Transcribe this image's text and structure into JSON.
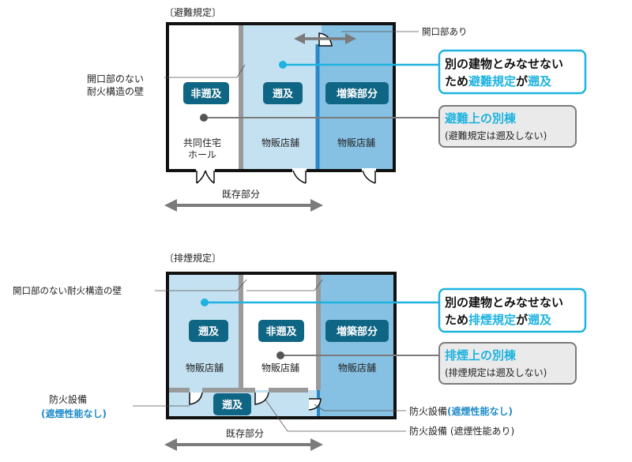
{
  "colors": {
    "frame": "#111111",
    "wall_gray": "#9a9a9a",
    "light_blue": "#c4e1f2",
    "mid_blue": "#86c0e3",
    "deep_blue": "#2a88c9",
    "label_bg": "#0f6584",
    "cyan": "#1eb3df",
    "arrow_gray": "#7b7b7b"
  },
  "icons": [
    "double-arrow-icon",
    "door-icon",
    "cyan-dot-icon",
    "gray-dot-icon"
  ],
  "section1": {
    "title": "〔避難規定〕",
    "opening_label": "開口部あり",
    "wall_label_line1": "開口部のない",
    "wall_label_line2": "耐火構造の壁",
    "room_left_badge": "非遡及",
    "room_left_name_line1": "共同住宅",
    "room_left_name_line2": "ホール",
    "room_mid_badge": "遡及",
    "room_mid_name": "物販店舗",
    "room_right_badge": "増築部分",
    "room_right_name": "物販店舗",
    "callout_cyan_line1": "別の建物とみなせない",
    "callout_cyan_line2_pre": "ため",
    "callout_cyan_line2_key": "避難規定",
    "callout_cyan_line2_mid": "が",
    "callout_cyan_line2_end": "遡及",
    "callout_gray_key": "避難上の別棟",
    "callout_gray_sub": "(避難規定は遡及しない)",
    "existing_label": "既存部分"
  },
  "section2": {
    "title": "〔排煙規定〕",
    "wall_label": "開口部のない耐火構造の壁",
    "room_left_badge": "遡及",
    "room_left_name": "物販店舗",
    "room_mid_badge": "非遡及",
    "room_mid_name": "物販店舗",
    "room_right_badge": "増築部分",
    "room_right_name": "物販店舗",
    "corridor_badge": "遡及",
    "fire_equip_left_line1": "防火設備",
    "fire_equip_left_line2": "(遮煙性能なし)",
    "fire_equip_right1_pre": "防火設備",
    "fire_equip_right1_key": "(遮煙性能なし)",
    "fire_equip_right2": "防火設備 (遮煙性能あり)",
    "callout_cyan_line1": "別の建物とみなせない",
    "callout_cyan_line2_pre": "ため",
    "callout_cyan_line2_key": "排煙規定",
    "callout_cyan_line2_mid": "が",
    "callout_cyan_line2_end": "遡及",
    "callout_gray_key": "排煙上の別棟",
    "callout_gray_sub": "(排煙規定は遡及しない)",
    "existing_label": "既存部分"
  }
}
